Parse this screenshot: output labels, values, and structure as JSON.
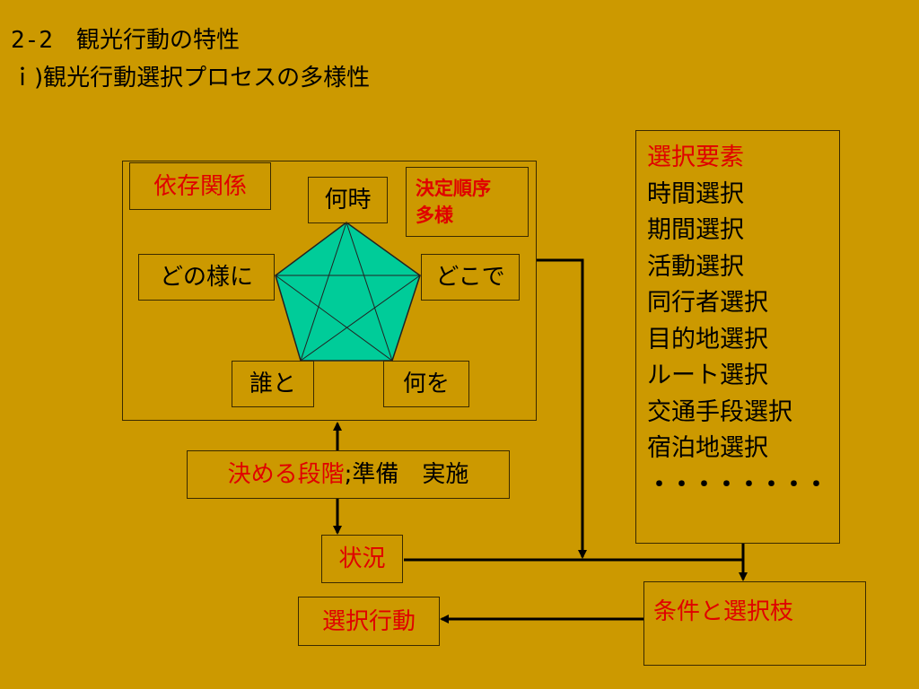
{
  "title_line1": "2-2　観光行動の特性",
  "title_line2": "ｉ)観光行動選択プロセスの多様性",
  "dependency_label": "依存関係",
  "order_label_line1": "決定順序",
  "order_label_line2": "多様",
  "node_when": "何時",
  "node_how": "どの様に",
  "node_where": "どこで",
  "node_who": "誰と",
  "node_what": "何を",
  "stage_label_red": "決める段階",
  "stage_label_rest": ";準備　実施",
  "situation_label": "状況",
  "conditions_label": "条件と選択枝",
  "action_label": "選択行動",
  "choices": {
    "heading": "選択要素",
    "items": [
      "時間選択",
      "期間選択",
      "活動選択",
      "同行者選択",
      "目的地選択",
      "ルート選択",
      "交通手段選択",
      "宿泊地選択",
      "・・・・・・・・"
    ]
  },
  "colors": {
    "background": "#CC9900",
    "pentagon_fill": "#00CC99",
    "accent_red": "#E00000"
  }
}
